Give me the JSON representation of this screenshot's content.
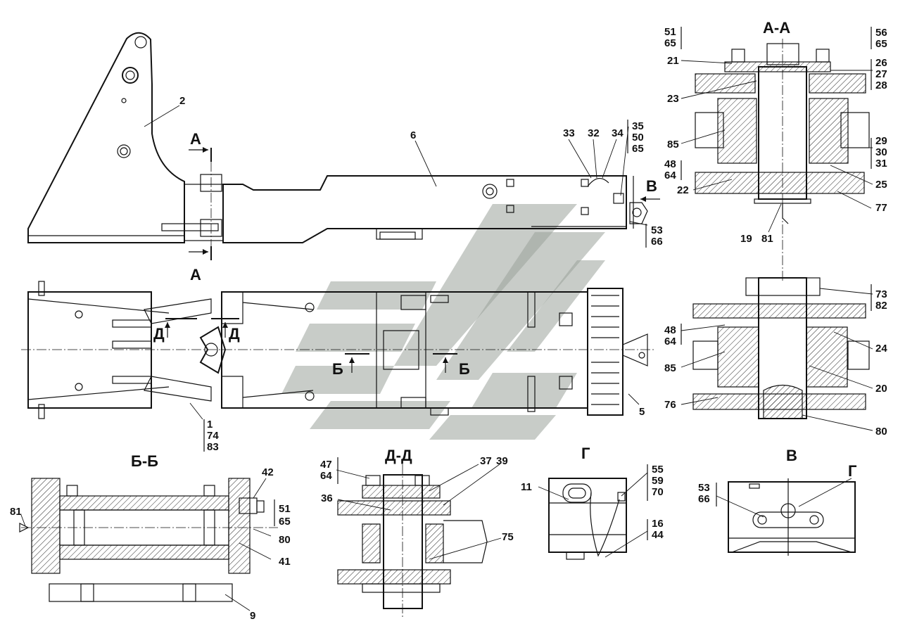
{
  "sections": {
    "aa": "А-А",
    "bb": "Б-Б",
    "dd": "Д-Д",
    "g": "Г",
    "v": "В"
  },
  "cut_markers": {
    "a": "А",
    "b": "Б",
    "d": "Д",
    "v": "В"
  },
  "callouts": {
    "side_view": [
      "2",
      "6",
      "33",
      "32",
      "34"
    ],
    "side_35_50_65": [
      "35",
      "50",
      "65"
    ],
    "side_53_66": [
      "53",
      "66"
    ],
    "plan_5": "5",
    "plan_1_74_83": [
      "1",
      "74",
      "83"
    ],
    "aa_left": [
      "21",
      "23",
      "85",
      "22"
    ],
    "aa_51_65": [
      "51",
      "65"
    ],
    "aa_48_64": [
      "48",
      "64"
    ],
    "aa_56_65": [
      "56",
      "65"
    ],
    "aa_26_27_28": [
      "26",
      "27",
      "28"
    ],
    "aa_29_30_31": [
      "29",
      "30",
      "31"
    ],
    "aa_right": [
      "25",
      "77"
    ],
    "aa_bottom": [
      "19",
      "81"
    ],
    "lower_73_82": [
      "73",
      "82"
    ],
    "lower_48_64": [
      "48",
      "64"
    ],
    "lower_left": [
      "85",
      "76"
    ],
    "lower_right": [
      "24",
      "20",
      "80"
    ],
    "bb": [
      "42",
      "81",
      "80",
      "41",
      "9"
    ],
    "bb_51_65": [
      "51",
      "65"
    ],
    "dd_47_64": [
      "47",
      "64"
    ],
    "dd": [
      "37",
      "39",
      "36",
      "75"
    ],
    "g_55_59_70": [
      "55",
      "59",
      "70"
    ],
    "g_16_44": [
      "16",
      "44"
    ],
    "g": [
      "11"
    ],
    "v_53_66": [
      "53",
      "66"
    ],
    "v_marker": "Г"
  },
  "colors": {
    "line": "#111111",
    "watermark": "#9aa39a"
  }
}
